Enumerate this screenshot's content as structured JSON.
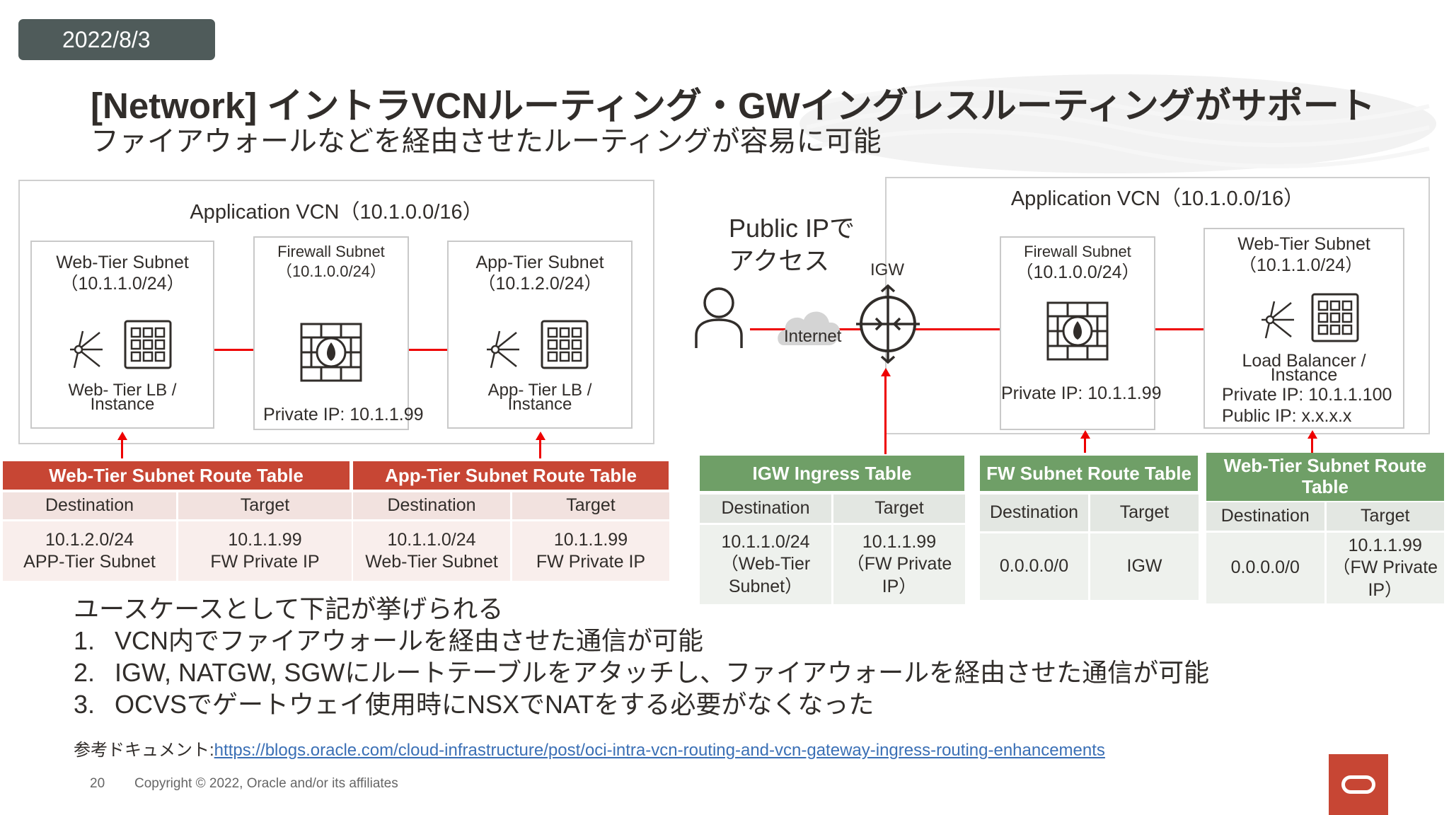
{
  "date": "2022/8/3",
  "title": "[Network] イントラVCNルーティング・GWイングレスルーティングがサポート",
  "subtitle": "ファイアウォールなどを経由させたルーティングが容易に可能",
  "left_diagram": {
    "vcn_title": "Application VCN（10.1.0.0/16）",
    "web_subnet": {
      "title_line1": "Web-Tier Subnet",
      "title_line2": "（10.1.1.0/24）",
      "label_line1": "Web- Tier LB /",
      "label_line2": "Instance"
    },
    "fw_subnet": {
      "title_line1": "Firewall Subnet",
      "title_line2": "（10.1.0.0/24）",
      "private_ip": "Private IP: 10.1.1.99"
    },
    "app_subnet": {
      "title_line1": "App-Tier Subnet",
      "title_line2": "（10.1.2.0/24）",
      "label_line1": "App- Tier LB /",
      "label_line2": "Instance"
    }
  },
  "right_diagram": {
    "public_access_line1": "Public IPで",
    "public_access_line2": "アクセス",
    "internet_label": "Internet",
    "igw_label": "IGW",
    "vcn_title": "Application VCN（10.1.0.0/16）",
    "fw_subnet": {
      "title_line1": "Firewall Subnet",
      "title_line2": "（10.1.0.0/24）",
      "private_ip": "Private IP: 10.1.1.99"
    },
    "web_subnet": {
      "title_line1": "Web-Tier Subnet",
      "title_line2": "（10.1.1.0/24）",
      "label_line1": "Load Balancer /",
      "label_line2": "Instance",
      "private_ip": "Private IP: 10.1.1.100",
      "public_ip": "Public IP: x.x.x.x"
    }
  },
  "tables": {
    "web_tier": {
      "title": "Web-Tier Subnet Route Table",
      "col1": "Destination",
      "col2": "Target",
      "dest": [
        "10.1.2.0/24",
        "APP-Tier Subnet"
      ],
      "target": [
        "10.1.1.99",
        "FW Private IP"
      ]
    },
    "app_tier": {
      "title": "App-Tier Subnet Route Table",
      "col1": "Destination",
      "col2": "Target",
      "dest": [
        "10.1.1.0/24",
        "Web-Tier Subnet"
      ],
      "target": [
        "10.1.1.99",
        "FW Private IP"
      ]
    },
    "igw_ingress": {
      "title": "IGW Ingress Table",
      "col1": "Destination",
      "col2": "Target",
      "dest": [
        "10.1.1.0/24",
        "（Web-Tier",
        "Subnet）"
      ],
      "target": [
        "10.1.1.99",
        "（FW Private",
        "IP）"
      ]
    },
    "fw_subnet": {
      "title": "FW Subnet Route Table",
      "col1": "Destination",
      "col2": "Target",
      "dest": "0.0.0.0/0",
      "target": "IGW"
    },
    "web_tier_right": {
      "title_line1": "Web-Tier Subnet Route",
      "title_line2": "Table",
      "col1": "Destination",
      "col2": "Target",
      "dest": "0.0.0.0/0",
      "target": [
        "10.1.1.99",
        "（FW Private",
        "IP）"
      ]
    }
  },
  "usecases": {
    "intro": "ユースケースとして下記が挙げられる",
    "items": [
      {
        "num": "1.",
        "text": "VCN内でファイアウォールを経由させた通信が可能"
      },
      {
        "num": "2.",
        "text": "IGW, NATGW, SGWにルートテーブルをアタッチし、ファイアウォールを経由させた通信が可能"
      },
      {
        "num": "3.",
        "text": "OCVSでゲートウェイ使用時にNSXでNATをする必要がなくなった"
      }
    ]
  },
  "reference": {
    "label": "参考ドキュメント:",
    "url": "https://blogs.oracle.com/cloud-infrastructure/post/oci-intra-vcn-routing-and-vcn-gateway-ingress-routing-enhancements"
  },
  "footer": {
    "page_number": "20",
    "copyright": "Copyright © 2022, Oracle and/or its affiliates"
  },
  "colors": {
    "accent_orange": "#c74634",
    "accent_green": "#6f9f67",
    "route_line": "#e00000",
    "badge": "#4f5b5a"
  }
}
